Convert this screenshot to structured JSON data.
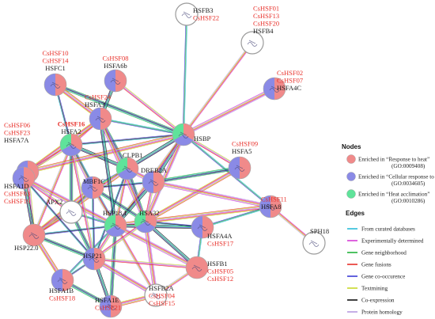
{
  "nodes": [
    {
      "id": "HSFB3",
      "label": "HSFB3",
      "aliases": [
        "CsHSF22"
      ],
      "kind": "empty",
      "colors": []
    },
    {
      "id": "HSFB4",
      "label": "HSFB4",
      "aliases": [
        "CsHSF01",
        "CsHSF13",
        "CsHSF20"
      ],
      "kind": "empty",
      "colors": []
    },
    {
      "id": "HSFC1",
      "label": "HSFC1",
      "aliases": [
        "CsHSF10",
        "CsHSF14"
      ],
      "kind": "filled",
      "colors": [
        "#f08a8a",
        "#8a8ae6"
      ]
    },
    {
      "id": "HSFA6b",
      "label": "HSFA6b",
      "aliases": [
        "CsHSF08"
      ],
      "kind": "filled",
      "colors": [
        "#f08a8a",
        "#8a8ae6"
      ]
    },
    {
      "id": "HSFA4C",
      "label": "HSFA4C",
      "aliases": [
        "CsHSF02",
        "CsHSF07"
      ],
      "kind": "filled",
      "colors": [
        "#f08a8a",
        "#8a8ae6"
      ]
    },
    {
      "id": "HSFA3",
      "label": "HSFA3",
      "aliases": [
        "CsHSF24"
      ],
      "kind": "filled",
      "colors": [
        "#f08a8a",
        "#8a8ae6"
      ]
    },
    {
      "id": "HSBP",
      "label": "HSBP",
      "aliases": [],
      "kind": "filled",
      "colors": [
        "#f08a8a",
        "#8a8ae6",
        "#5fe39a"
      ]
    },
    {
      "id": "HSFA2",
      "label": "HSFA2",
      "aliases": [
        "CsHSF16"
      ],
      "kind": "filled",
      "colors": [
        "#f08a8a",
        "#8a8ae6",
        "#5fe39a"
      ]
    },
    {
      "id": "HSFA7A",
      "label": "HSFA7A",
      "aliases": [
        "CsHSF06",
        "CsHSF23"
      ],
      "kind": "filled",
      "colors": [
        "#f08a8a",
        "#8a8ae6"
      ]
    },
    {
      "id": "CLPB1",
      "label": "CLPB1",
      "aliases": [],
      "kind": "filled",
      "colors": [
        "#f08a8a",
        "#8a8ae6",
        "#5fe39a"
      ]
    },
    {
      "id": "HSFA5",
      "label": "HSFA5",
      "aliases": [
        "CsHSF09"
      ],
      "kind": "filled",
      "colors": [
        "#f08a8a",
        "#8a8ae6"
      ]
    },
    {
      "id": "MBF1C",
      "label": "MBF1C",
      "aliases": [],
      "kind": "filled",
      "colors": [
        "#f08a8a",
        "#8a8ae6"
      ]
    },
    {
      "id": "DREB2A",
      "label": "DREB2A",
      "aliases": [],
      "kind": "filled",
      "colors": [
        "#f08a8a",
        "#8a8ae6"
      ]
    },
    {
      "id": "HSFA1D",
      "label": "HSFA1D",
      "aliases": [
        "CsHSF03",
        "CsHSF19"
      ],
      "kind": "filled",
      "colors": [
        "#f08a8a",
        "#8a8ae6"
      ]
    },
    {
      "id": "APX2",
      "label": "APX2",
      "aliases": [],
      "kind": "empty",
      "colors": []
    },
    {
      "id": "HSP18.1",
      "label": "HSP18.1",
      "aliases": [],
      "kind": "filled",
      "colors": [
        "#f08a8a",
        "#8a8ae6",
        "#5fe39a"
      ]
    },
    {
      "id": "HSA32",
      "label": "HSA32",
      "aliases": [],
      "kind": "filled",
      "colors": [
        "#f08a8a",
        "#8a8ae6",
        "#5fe39a"
      ]
    },
    {
      "id": "HSFA8",
      "label": "HSFA8",
      "aliases": [
        "CsHSF11"
      ],
      "kind": "filled",
      "colors": [
        "#f08a8a",
        "#8a8ae6"
      ]
    },
    {
      "id": "HSFA4A",
      "label": "HSFA4A",
      "aliases": [
        "CsHSF17"
      ],
      "kind": "filled",
      "colors": [
        "#f08a8a",
        "#8a8ae6"
      ]
    },
    {
      "id": "HSP22.0",
      "label": "HSP22.0",
      "aliases": [],
      "kind": "filled",
      "colors": [
        "#f08a8a"
      ]
    },
    {
      "id": "HSP21",
      "label": "HSP21",
      "aliases": [],
      "kind": "filled",
      "colors": [
        "#f08a8a",
        "#8a8ae6"
      ]
    },
    {
      "id": "SPH18",
      "label": "SPH18",
      "aliases": [],
      "kind": "empty",
      "colors": []
    },
    {
      "id": "HSFB1",
      "label": "HSFB1",
      "aliases": [
        "CsHSF05",
        "CsHSF12"
      ],
      "kind": "filled",
      "colors": [
        "#f08a8a"
      ]
    },
    {
      "id": "HSFA1B",
      "label": "HSFA1B",
      "aliases": [
        "CsHSF18"
      ],
      "kind": "filled",
      "colors": [
        "#f08a8a",
        "#8a8ae6"
      ]
    },
    {
      "id": "HSFB2A",
      "label": "HSFB2A",
      "aliases": [
        "CsHSF04",
        "CsHSF15"
      ],
      "kind": "empty",
      "colors": []
    },
    {
      "id": "HSFA1E",
      "label": "HSFA1E",
      "aliases": [
        "CsHSF21"
      ],
      "kind": "filled",
      "colors": [
        "#f08a8a",
        "#8a8ae6"
      ]
    }
  ],
  "edges": [
    [
      "HSFB3",
      "HSBP"
    ],
    [
      "HSFB4",
      "HSBP"
    ],
    [
      "HSFC1",
      "HSBP"
    ],
    [
      "HSFC1",
      "HSFA3"
    ],
    [
      "HSFC1",
      "HSFA2"
    ],
    [
      "HSFA6b",
      "HSBP"
    ],
    [
      "HSFA6b",
      "HSFA3"
    ],
    [
      "HSFA4C",
      "HSBP"
    ],
    [
      "HSFA3",
      "HSBP"
    ],
    [
      "HSFA3",
      "HSFA2"
    ],
    [
      "HSFA3",
      "CLPB1"
    ],
    [
      "HSFA3",
      "HSFA7A"
    ],
    [
      "HSFA2",
      "HSBP"
    ],
    [
      "HSFA2",
      "HSFA7A"
    ],
    [
      "HSFA2",
      "CLPB1"
    ],
    [
      "HSFA2",
      "MBF1C"
    ],
    [
      "HSFA2",
      "HSP18.1"
    ],
    [
      "HSFA2",
      "HSP22.0"
    ],
    [
      "HSFA2",
      "APX2"
    ],
    [
      "HSFA7A",
      "HSBP"
    ],
    [
      "HSFA7A",
      "HSFA1D"
    ],
    [
      "HSFA7A",
      "HSP22.0"
    ],
    [
      "CLPB1",
      "HSBP"
    ],
    [
      "CLPB1",
      "DREB2A"
    ],
    [
      "CLPB1",
      "MBF1C"
    ],
    [
      "CLPB1",
      "HSP18.1"
    ],
    [
      "CLPB1",
      "HSA32"
    ],
    [
      "CLPB1",
      "HSP22.0"
    ],
    [
      "CLPB1",
      "HSP21"
    ],
    [
      "HSBP",
      "HSFA5"
    ],
    [
      "HSBP",
      "DREB2A"
    ],
    [
      "HSBP",
      "HSA32"
    ],
    [
      "HSBP",
      "HSFA8"
    ],
    [
      "HSBP",
      "HSP18.1"
    ],
    [
      "HSFA5",
      "DREB2A"
    ],
    [
      "HSFA5",
      "HSA32"
    ],
    [
      "DREB2A",
      "MBF1C"
    ],
    [
      "DREB2A",
      "HSA32"
    ],
    [
      "DREB2A",
      "HSP18.1"
    ],
    [
      "DREB2A",
      "HSFA8"
    ],
    [
      "MBF1C",
      "APX2"
    ],
    [
      "MBF1C",
      "HSP18.1"
    ],
    [
      "MBF1C",
      "HSA32"
    ],
    [
      "MBF1C",
      "HSP22.0"
    ],
    [
      "MBF1C",
      "HSP21"
    ],
    [
      "HSFA1D",
      "APX2"
    ],
    [
      "HSFA1D",
      "HSP22.0"
    ],
    [
      "HSFA1D",
      "HSP18.1"
    ],
    [
      "APX2",
      "HSP18.1"
    ],
    [
      "APX2",
      "HSP22.0"
    ],
    [
      "APX2",
      "HSP21"
    ],
    [
      "HSP18.1",
      "HSA32"
    ],
    [
      "HSP18.1",
      "HSP22.0"
    ],
    [
      "HSP18.1",
      "HSP21"
    ],
    [
      "HSP18.1",
      "HSFA4A"
    ],
    [
      "HSP18.1",
      "HSFB1"
    ],
    [
      "HSP18.1",
      "HSFA1B"
    ],
    [
      "HSP18.1",
      "HSFB2A"
    ],
    [
      "HSP18.1",
      "HSFA1E"
    ],
    [
      "HSA32",
      "HSFA8"
    ],
    [
      "HSA32",
      "HSFA4A"
    ],
    [
      "HSA32",
      "HSP21"
    ],
    [
      "HSA32",
      "HSFB1"
    ],
    [
      "HSA32",
      "HSFB2A"
    ],
    [
      "HSFA8",
      "HSFA4A"
    ],
    [
      "HSFA8",
      "SPH18"
    ],
    [
      "HSP22.0",
      "HSP21"
    ],
    [
      "HSP22.0",
      "HSFA1B"
    ],
    [
      "HSP21",
      "HSFA1B"
    ],
    [
      "HSP21",
      "HSFB1"
    ],
    [
      "HSP21",
      "HSFA1E"
    ],
    [
      "HSP21",
      "HSFB2A"
    ],
    [
      "HSFA4A",
      "HSFB1"
    ],
    [
      "HSFB1",
      "HSFB2A"
    ],
    [
      "HSFA1B",
      "HSFA1E"
    ],
    [
      "HSFB2A",
      "HSFA1E"
    ],
    [
      "HSFA1D",
      "HSP21"
    ],
    [
      "HSFA2",
      "HSP21"
    ],
    [
      "HSFA3",
      "HSP18.1"
    ],
    [
      "HSFA3",
      "HSA32"
    ]
  ],
  "edge_colors": [
    "#2bbcd9",
    "#d63cd6",
    "#22b23a",
    "#e8302a",
    "#3c3cd6",
    "#c8d82a",
    "#111111",
    "#b79be0"
  ],
  "legend": {
    "nodes_title": "Nodes",
    "node_items": [
      {
        "color": "#f08a8a",
        "line1": "Enriched in “Response to  heat”",
        "line2": "(GO:0009408)"
      },
      {
        "color": "#8a8ae6",
        "line1": "Enriched in “Cellular response to  heat”",
        "line2": "(GO:0034605)"
      },
      {
        "color": "#5fe39a",
        "line1": "Enriched in “Heat acclimation”",
        "line2": "(GO:0010286)"
      }
    ],
    "edges_title": "Edges",
    "edge_items": [
      {
        "color": "#2bbcd9",
        "label": "From curated databases"
      },
      {
        "color": "#d63cd6",
        "label": "Experimentally determined"
      },
      {
        "color": "#22b23a",
        "label": "Gene neighborhood"
      },
      {
        "color": "#e8302a",
        "label": "Gene fusions"
      },
      {
        "color": "#3c3cd6",
        "label": "Gene co-occurence"
      },
      {
        "color": "#c8d82a",
        "label": "Textmining"
      },
      {
        "color": "#111111",
        "label": "Co-expression"
      },
      {
        "color": "#b79be0",
        "label": "Protein homology"
      }
    ]
  }
}
